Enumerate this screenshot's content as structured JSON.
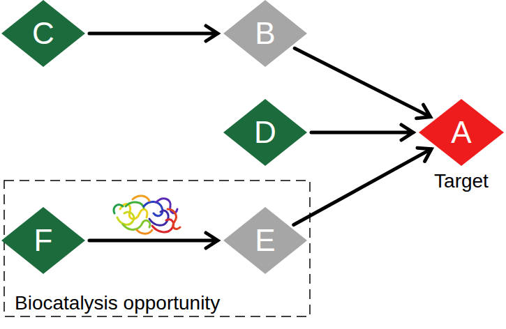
{
  "diagram": {
    "nodes": [
      {
        "text": [
          "C"
        ]
      },
      {
        "text": [
          "B"
        ]
      },
      {
        "text": [
          "D"
        ]
      },
      {
        "text": [
          "A",
          "Target"
        ]
      },
      {
        "text": [
          "Biocatalysis opportunity"
        ]
      },
      {
        "text": [
          "F"
        ],
        "in": 4
      },
      {
        "text": [
          "E"
        ],
        "in": 4
      }
    ],
    "edges": [
      {
        "from": 0,
        "to": 1,
        "arrow": "to"
      },
      {
        "from": 1,
        "to": 3,
        "arrow": "to"
      },
      {
        "from": 2,
        "to": 3,
        "arrow": "to"
      },
      {
        "from": 5,
        "to": 6,
        "arrow": "to"
      },
      {
        "from": 6,
        "to": 3,
        "arrow": "to"
      }
    ]
  }
}
